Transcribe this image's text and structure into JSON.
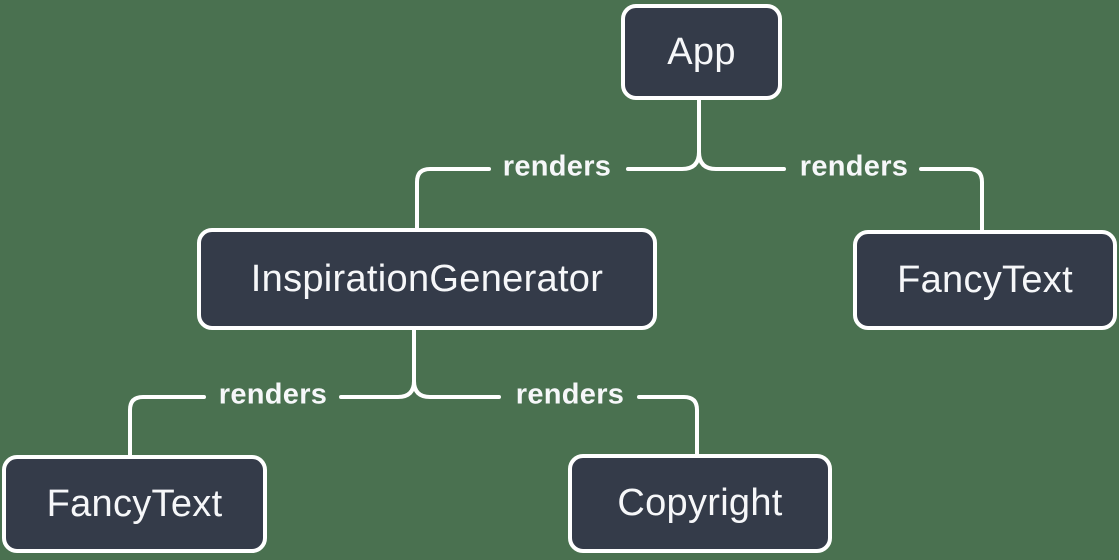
{
  "diagram": {
    "description": "Component render tree",
    "nodes": [
      {
        "id": "app",
        "label": "App"
      },
      {
        "id": "inspiration-generator",
        "label": "InspirationGenerator"
      },
      {
        "id": "fancy-text-top",
        "label": "FancyText"
      },
      {
        "id": "fancy-text-bottom",
        "label": "FancyText"
      },
      {
        "id": "copyright",
        "label": "Copyright"
      }
    ],
    "edges": [
      {
        "from": "app",
        "to": "inspiration-generator",
        "label": "renders"
      },
      {
        "from": "app",
        "to": "fancy-text-top",
        "label": "renders"
      },
      {
        "from": "inspiration-generator",
        "to": "fancy-text-bottom",
        "label": "renders"
      },
      {
        "from": "inspiration-generator",
        "to": "copyright",
        "label": "renders"
      }
    ],
    "theme": {
      "background": "#4A7150",
      "node_fill": "#343B49",
      "node_border": "#FFFFFF",
      "line_color": "#FFFFFF",
      "text_color": "#F6F7F9"
    }
  }
}
